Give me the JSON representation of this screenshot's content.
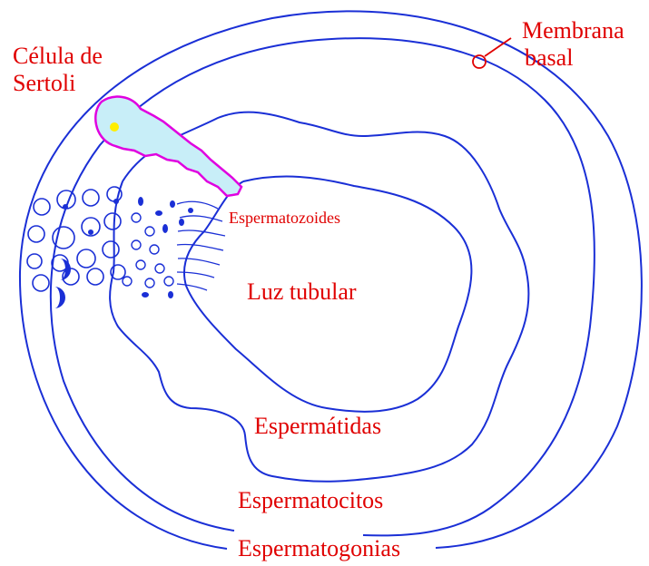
{
  "labels": {
    "sertoli_line1": "Célula de",
    "sertoli_line2": "Sertoli",
    "membrana_line1": "Membrana",
    "membrana_line2": "basal",
    "espermatozoides": "Espermatozoides",
    "luz_tubular": "Luz tubular",
    "espermatidas": "Espermátidas",
    "espermatocitos": "Espermatocitos",
    "espermatogonias": "Espermatogonias"
  },
  "colors": {
    "outline": "#1a2fd6",
    "label": "#e00000",
    "sertoli_fill": "#c8eef8",
    "sertoli_border": "#e000e0",
    "nucleus": "#ffee00"
  }
}
